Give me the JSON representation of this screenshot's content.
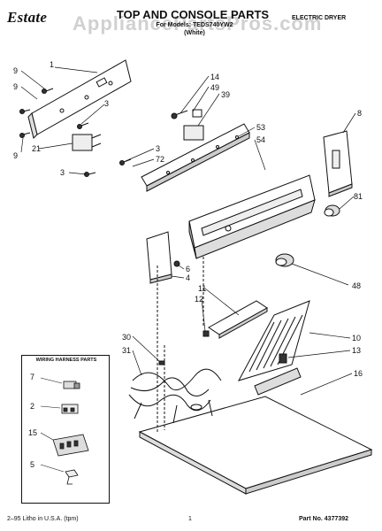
{
  "header": {
    "brand": "Estate",
    "title": "TOP AND CONSOLE PARTS",
    "model_line": "For Models: TEDS740YW2",
    "color_line": "(White)",
    "product": "ELECTRIC DRYER"
  },
  "watermark": "AppliancePartsPros.com",
  "callouts": {
    "c1": "1",
    "c9a": "9",
    "c9b": "9",
    "c9c": "9",
    "c3a": "3",
    "c21": "21",
    "c3b": "3",
    "c14": "14",
    "c49": "49",
    "c39": "39",
    "c53": "53",
    "c54": "54",
    "c3c": "3",
    "c72": "72",
    "c8": "8",
    "c81": "81",
    "c6": "6",
    "c4": "4",
    "c48": "48",
    "c11": "11",
    "c12": "12",
    "c30": "30",
    "c31": "31",
    "c10": "10",
    "c13": "13",
    "c16": "16",
    "c7": "7",
    "c2": "2",
    "c15": "15",
    "c5": "5"
  },
  "harness": {
    "title": "WIRING HARNESS PARTS"
  },
  "footer": {
    "left": "2–95 Litho in U.S.A. (tpm)",
    "page": "1",
    "part": "Part No. 4377392"
  }
}
